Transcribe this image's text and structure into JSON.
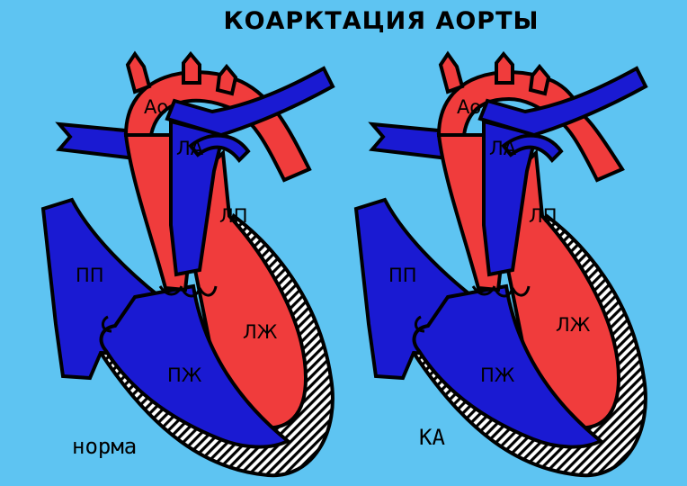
{
  "title": "КОАРКТАЦИЯ АОРТЫ",
  "colors": {
    "background": "#5ec4f2",
    "arterial_red": "#f03c3c",
    "venous_blue": "#1a1ad2",
    "outline": "#000000"
  },
  "hearts": [
    {
      "caption": "норма",
      "labels": {
        "aorta": "Ао",
        "pa": "ЛА",
        "la": "ЛП",
        "ra": "ПП",
        "lv": "ЛЖ",
        "rv": "ПЖ"
      }
    },
    {
      "caption": "КА",
      "labels": {
        "aorta": "Ао",
        "pa": "ЛА",
        "la": "ЛП",
        "ra": "ПП",
        "lv": "ЛЖ",
        "rv": "ПЖ"
      }
    }
  ]
}
